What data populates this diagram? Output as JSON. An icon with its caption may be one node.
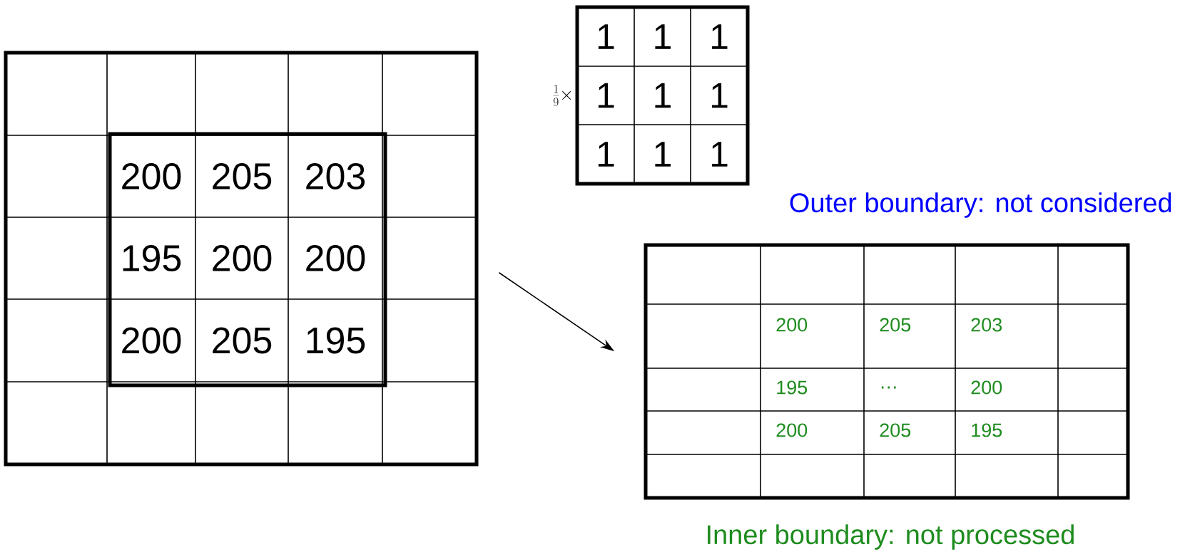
{
  "diagram": {
    "nodes": [
      {
        "text": [
          "200",
          "205",
          "203",
          "195",
          "200",
          "200",
          "200",
          "205",
          "195"
        ]
      },
      {
        "text": [
          "1",
          "1",
          "1",
          "1",
          "1",
          "1",
          "1",
          "1",
          "1"
        ],
        "beside": [
          "\\frac{1}{9}\\times"
        ]
      },
      {
        "text": [
          "200",
          "205",
          "203",
          "195",
          "…",
          "200",
          "200",
          "205",
          "195"
        ]
      }
    ],
    "edges": [
      {
        "from": 0,
        "to": 2,
        "arrow": "to"
      }
    ],
    "labels": [
      "Outer boundary: not considered",
      "Inner boundary: not processed"
    ]
  }
}
